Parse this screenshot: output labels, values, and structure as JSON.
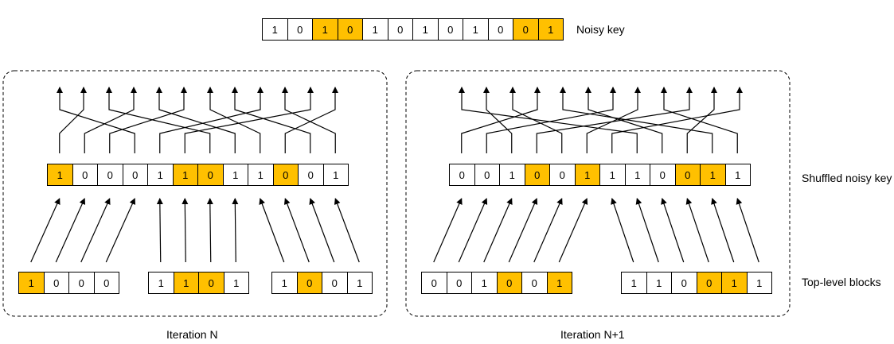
{
  "highlight_color": "#FFC000",
  "noisy_key": {
    "label": "Noisy key",
    "bits": [
      "1",
      "0",
      "1",
      "0",
      "1",
      "0",
      "1",
      "0",
      "1",
      "0",
      "0",
      "1"
    ],
    "highlight": [
      2,
      3,
      10,
      11
    ]
  },
  "row_labels": {
    "shuffled": "Shuffled noisy key",
    "blocks": "Top-level blocks"
  },
  "panels": [
    {
      "caption": "Iteration N",
      "shuffled": {
        "bits": [
          "1",
          "0",
          "0",
          "0",
          "1",
          "1",
          "0",
          "1",
          "1",
          "0",
          "0",
          "1"
        ],
        "highlight": [
          0,
          5,
          6,
          9
        ]
      },
      "blocks": [
        {
          "bits": [
            "1",
            "0",
            "0",
            "0"
          ],
          "highlight": [
            0
          ]
        },
        {
          "bits": [
            "1",
            "1",
            "0",
            "1"
          ],
          "highlight": [
            1,
            2
          ]
        },
        {
          "bits": [
            "1",
            "0",
            "0",
            "1"
          ],
          "highlight": [
            1
          ]
        }
      ]
    },
    {
      "caption": "Iteration N+1",
      "shuffled": {
        "bits": [
          "0",
          "0",
          "1",
          "0",
          "0",
          "1",
          "1",
          "1",
          "0",
          "0",
          "1",
          "1"
        ],
        "highlight": [
          3,
          5,
          9,
          10
        ]
      },
      "blocks": [
        {
          "bits": [
            "0",
            "0",
            "1",
            "0",
            "0",
            "1"
          ],
          "highlight": [
            3,
            5
          ]
        },
        {
          "bits": [
            "1",
            "1",
            "0",
            "0",
            "1",
            "1"
          ],
          "highlight": [
            3,
            4
          ]
        }
      ]
    }
  ]
}
